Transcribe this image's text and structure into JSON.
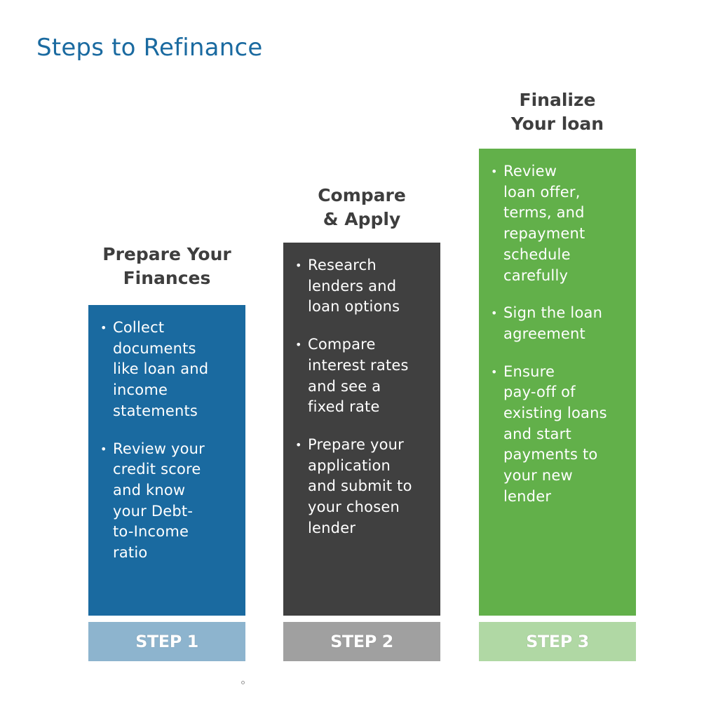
{
  "title": "Steps to Refinance",
  "steps": [
    {
      "heading_lines": [
        "Prepare Your",
        "Finances"
      ],
      "label": "STEP 1",
      "color": "#1a6aa0",
      "label_color": "#8db4ce",
      "bullets": [
        [
          "Collect",
          "documents",
          "like loan and",
          "income",
          "statements"
        ],
        [
          "Review your",
          "credit score",
          "and know",
          "your Debt-",
          "to-Income",
          "ratio"
        ]
      ]
    },
    {
      "heading_lines": [
        "Compare",
        "& Apply"
      ],
      "label": "STEP 2",
      "color": "#404040",
      "label_color": "#a0a0a0",
      "bullets": [
        [
          "Research",
          "lenders and",
          "loan options"
        ],
        [
          "Compare",
          "interest rates",
          "and see a",
          "fixed rate"
        ],
        [
          "Prepare your",
          "application",
          "and submit to",
          "your chosen",
          "lender"
        ]
      ]
    },
    {
      "heading_lines": [
        "Finalize",
        "Your loan"
      ],
      "label": "STEP 3",
      "color": "#62b04a",
      "label_color": "#b0d8a4",
      "bullets": [
        [
          "Review",
          "loan offer,",
          "terms, and",
          "repayment",
          "schedule",
          "carefully"
        ],
        [
          "Sign the loan",
          "agreement"
        ],
        [
          "Ensure",
          "pay-off of",
          "existing loans",
          "and start",
          "payments to",
          "your new",
          "lender"
        ]
      ]
    }
  ],
  "bullet_glyph": "•"
}
